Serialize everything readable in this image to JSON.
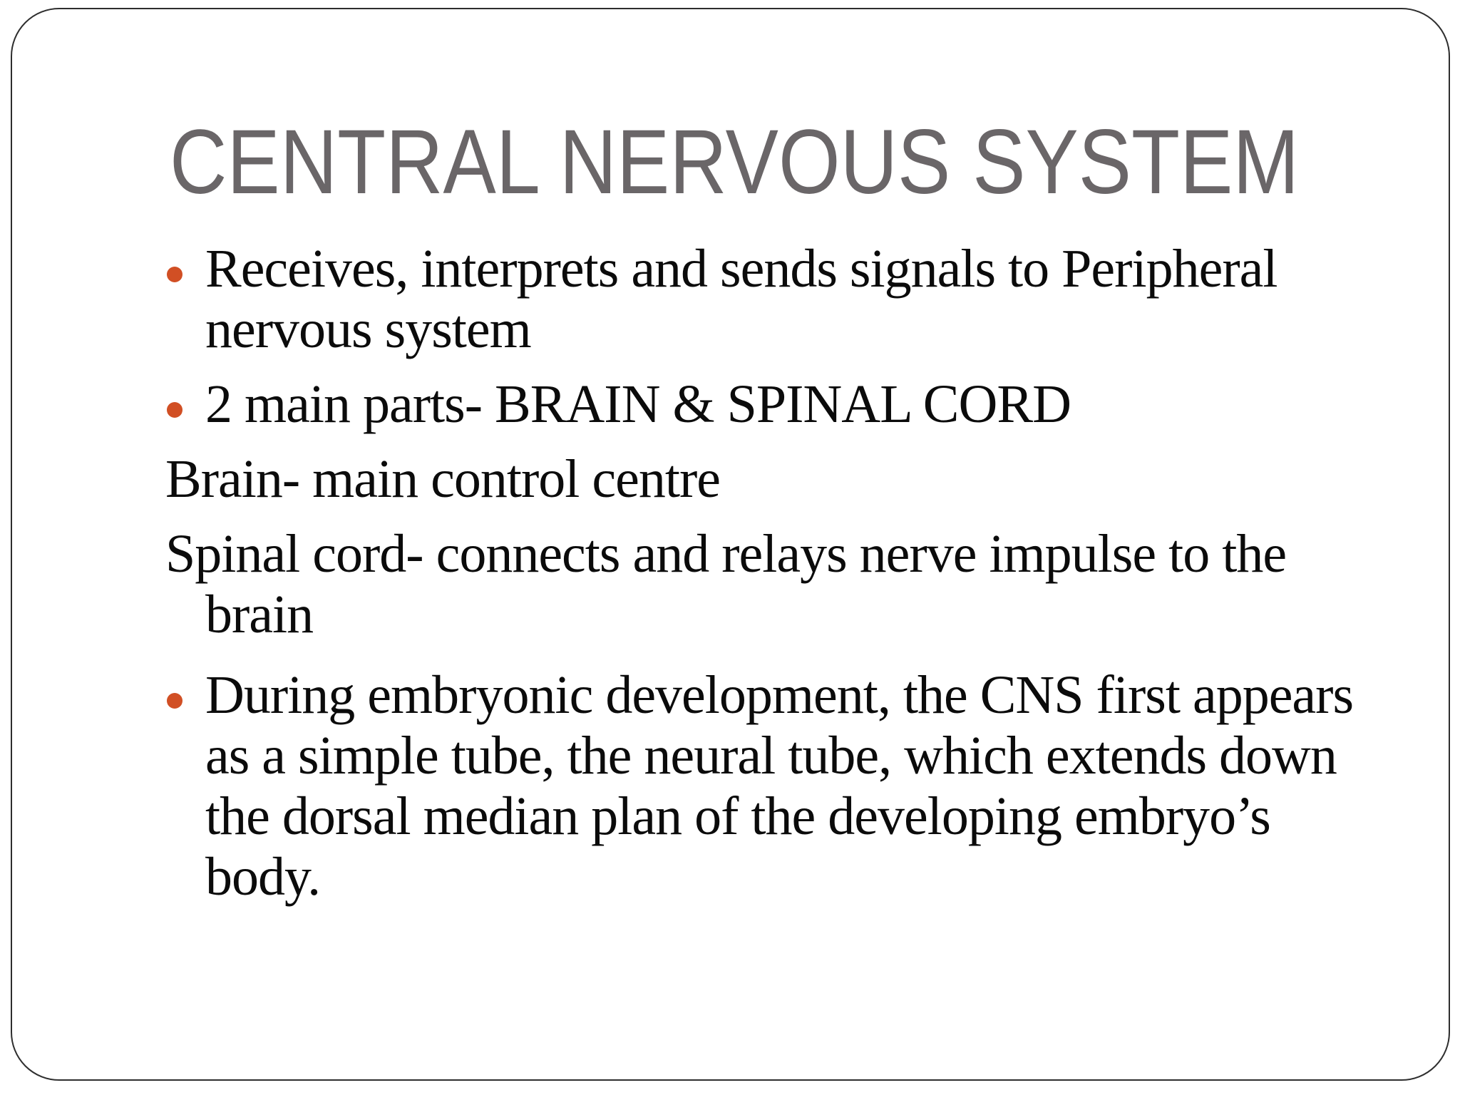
{
  "slide": {
    "title": "CENTRAL NERVOUS SYSTEM",
    "paragraphs": [
      {
        "type": "bullet",
        "lines": [
          "Receives, interprets and sends signals to Peripheral",
          "nervous system"
        ]
      },
      {
        "type": "bullet",
        "lines": [
          "2 main parts- BRAIN & SPINAL CORD"
        ]
      },
      {
        "type": "plain",
        "lines": [
          "Brain- main control centre"
        ]
      },
      {
        "type": "plain",
        "lines": [
          "Spinal cord- connects and relays nerve impulse to the",
          "brain"
        ]
      },
      {
        "type": "bullet",
        "lines": [
          "During embryonic development, the CNS first appears",
          "as a simple tube, the neural tube, which extends down",
          "the dorsal median plan of the developing embryo’s",
          "body."
        ]
      }
    ],
    "colors": {
      "bullet": "#d14f24",
      "title": "#6a6668",
      "text": "#0b0b0b",
      "border": "#2e2e2e",
      "background": "#ffffff"
    }
  }
}
